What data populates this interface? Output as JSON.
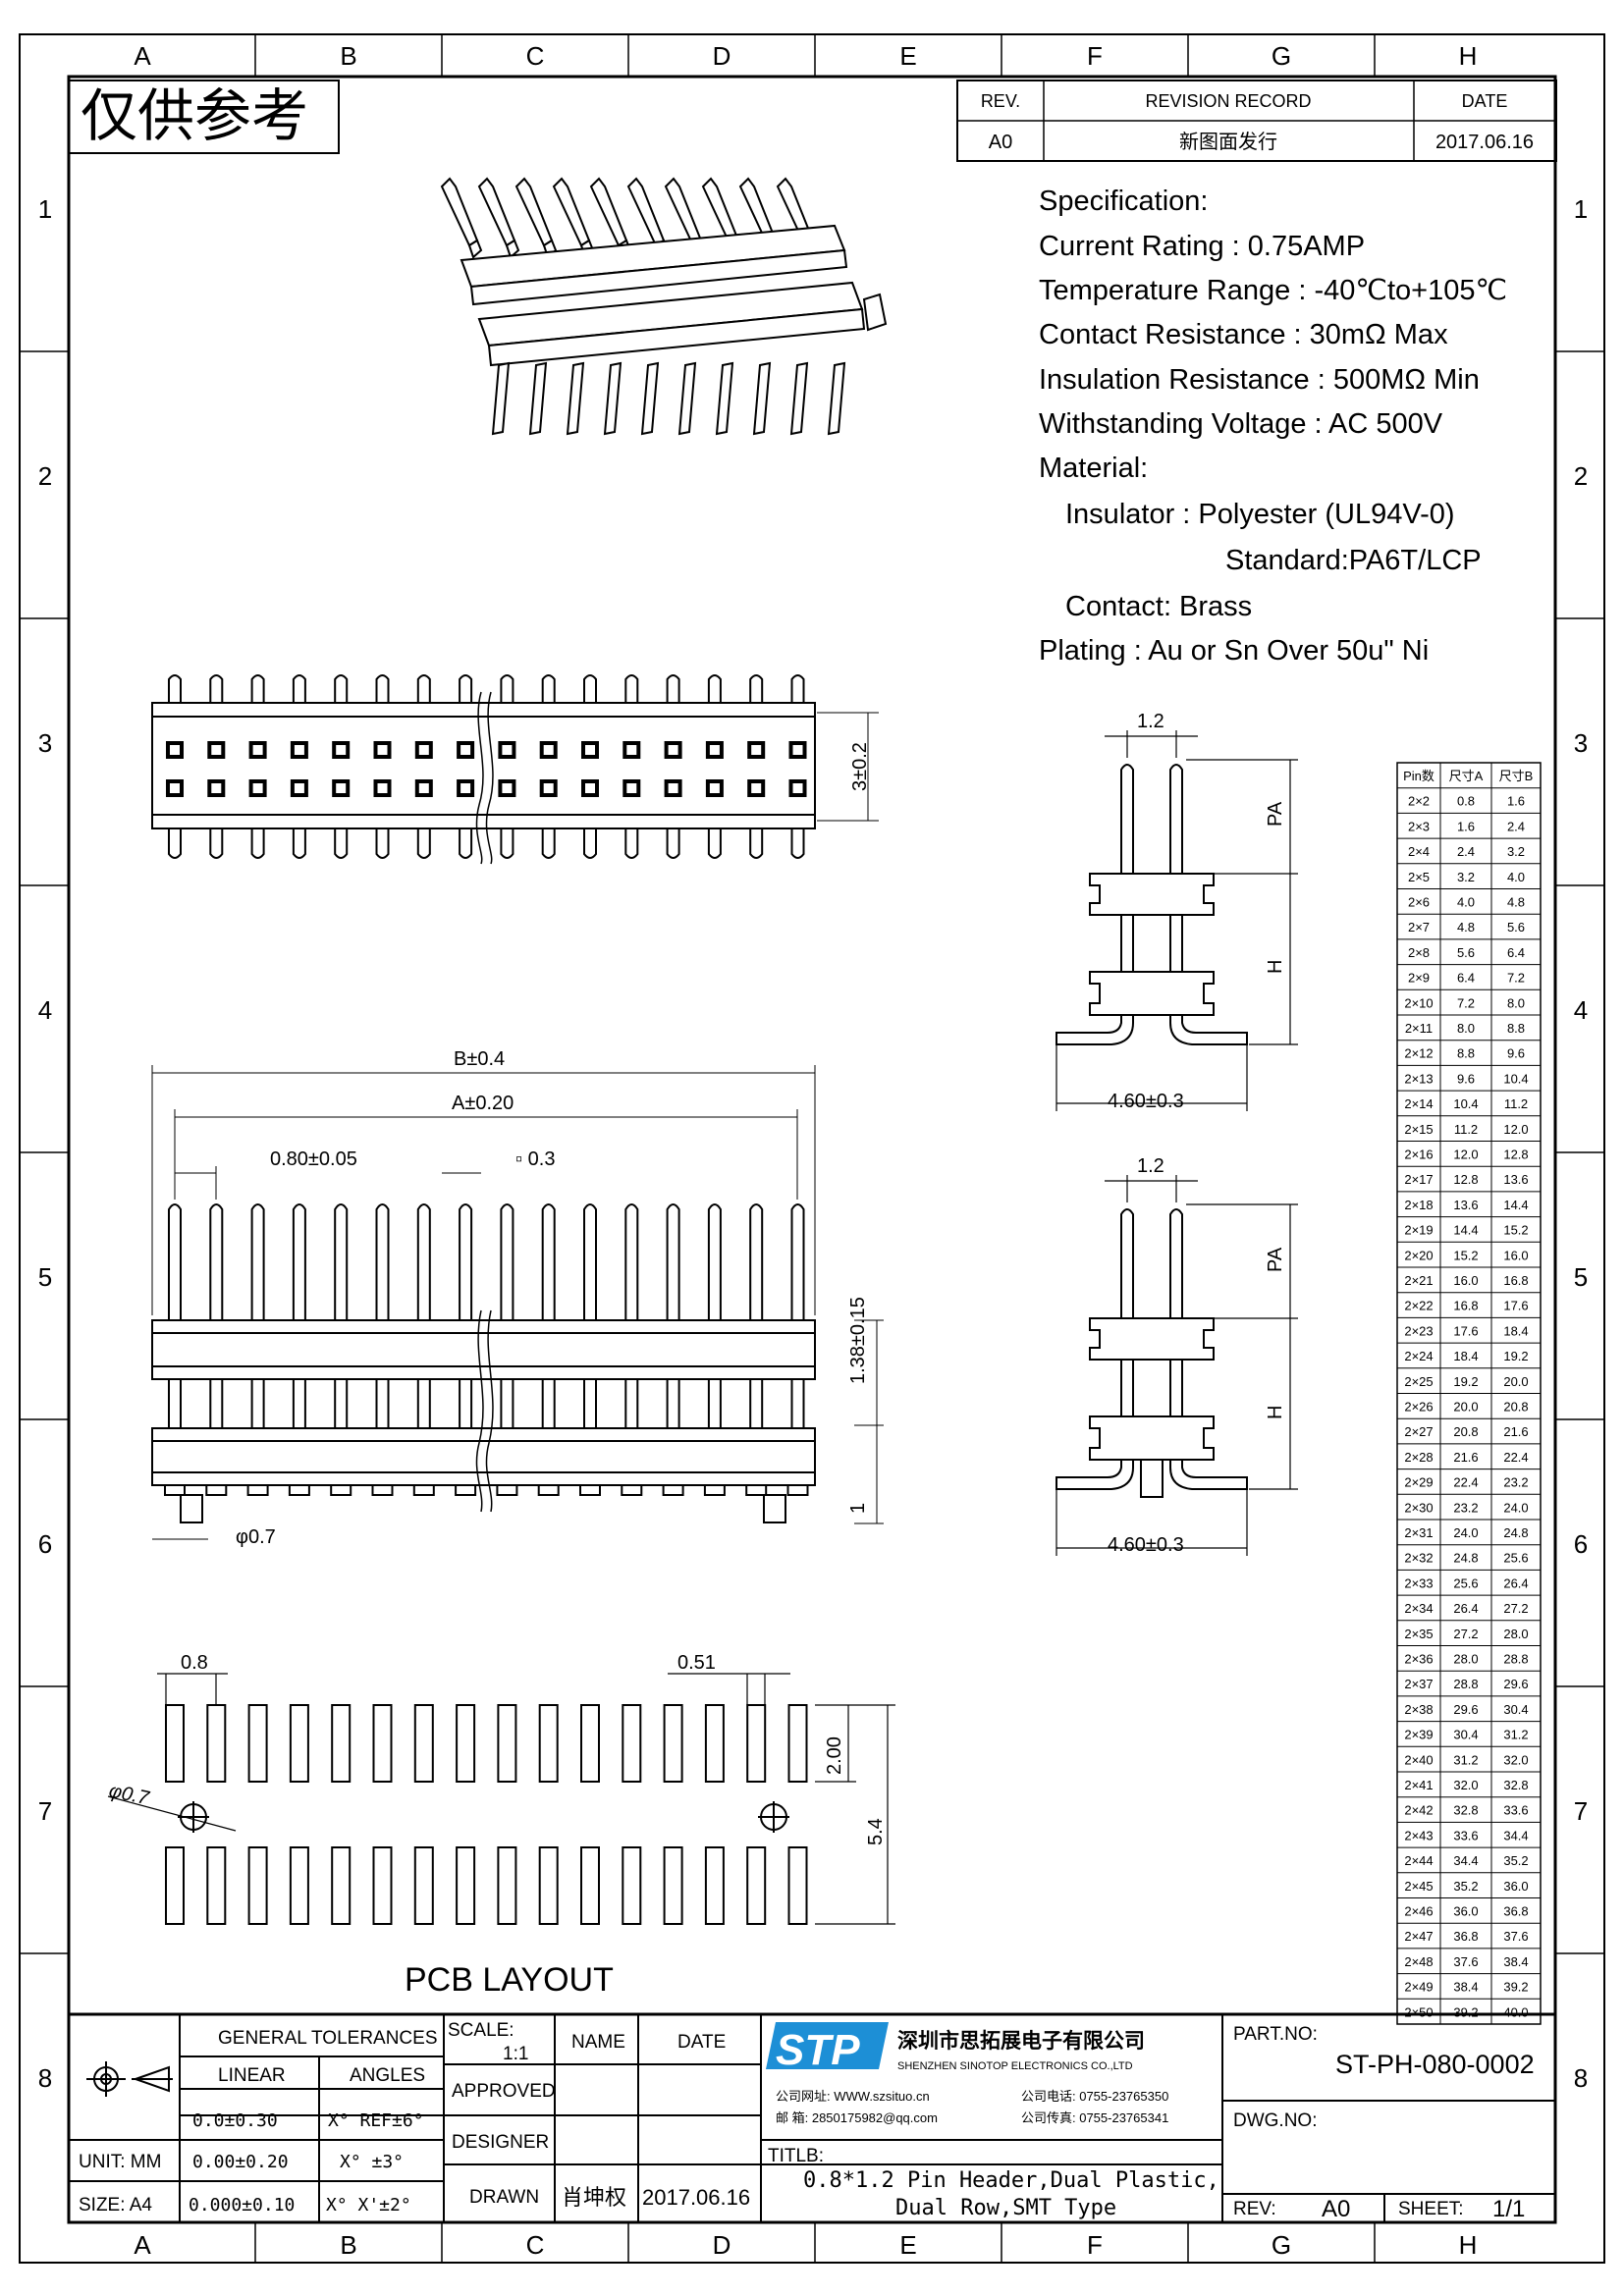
{
  "frame": {
    "cols": [
      "A",
      "B",
      "C",
      "D",
      "E",
      "F",
      "G",
      "H"
    ],
    "rows": [
      "1",
      "2",
      "3",
      "4",
      "5",
      "6",
      "7",
      "8"
    ]
  },
  "stamp": "仅供参考",
  "revision": {
    "rev_header": "REV.",
    "record_header": "REVISION RECORD",
    "date_header": "DATE",
    "rev": "A0",
    "record": "新图面发行",
    "date": "2017.06.16"
  },
  "spec": {
    "heading": "Specification:",
    "current": "Current Rating : 0.75AMP",
    "temperature": "Temperature Range : -40℃to+105℃",
    "contact_res": "Contact Resistance : 30mΩ Max",
    "insulation_res": "Insulation Resistance : 500MΩ Min",
    "voltage": "Withstanding Voltage : AC 500V",
    "material": "Material:",
    "insulator": "Insulator : Polyester (UL94V-0)",
    "standard": "Standard:PA6T/LCP",
    "contact": "Contact: Brass",
    "plating": "Plating : Au or Sn Over 50u\" Ni"
  },
  "dims": {
    "top_height": "3±0.2",
    "b": "B±0.4",
    "a": "A±0.20",
    "pitch": "0.80±0.05",
    "pin_sq": "▫ 0.3",
    "height_138": "1.38±0.15",
    "one": "1",
    "phi07": "φ0.7",
    "side_pitch_1": "1.2",
    "pa_1": "PA",
    "h_1": "H",
    "width_1": "4.60±0.3",
    "side_pitch_2": "1.2",
    "pa_2": "PA",
    "h_2": "H",
    "width_2": "4.60±0.3",
    "pcb_08": "0.8",
    "pcb_051": "0.51",
    "pcb_200": "2.00",
    "pcb_54": "5.4",
    "pcb_phi": "φ0.7",
    "pcb_title": "PCB  LAYOUT"
  },
  "pin_table": {
    "headers": [
      "Pin数",
      "尺寸A",
      "尺寸B"
    ],
    "rows": [
      [
        "2×2",
        "0.8",
        "1.6"
      ],
      [
        "2×3",
        "1.6",
        "2.4"
      ],
      [
        "2×4",
        "2.4",
        "3.2"
      ],
      [
        "2×5",
        "3.2",
        "4.0"
      ],
      [
        "2×6",
        "4.0",
        "4.8"
      ],
      [
        "2×7",
        "4.8",
        "5.6"
      ],
      [
        "2×8",
        "5.6",
        "6.4"
      ],
      [
        "2×9",
        "6.4",
        "7.2"
      ],
      [
        "2×10",
        "7.2",
        "8.0"
      ],
      [
        "2×11",
        "8.0",
        "8.8"
      ],
      [
        "2×12",
        "8.8",
        "9.6"
      ],
      [
        "2×13",
        "9.6",
        "10.4"
      ],
      [
        "2×14",
        "10.4",
        "11.2"
      ],
      [
        "2×15",
        "11.2",
        "12.0"
      ],
      [
        "2×16",
        "12.0",
        "12.8"
      ],
      [
        "2×17",
        "12.8",
        "13.6"
      ],
      [
        "2×18",
        "13.6",
        "14.4"
      ],
      [
        "2×19",
        "14.4",
        "15.2"
      ],
      [
        "2×20",
        "15.2",
        "16.0"
      ],
      [
        "2×21",
        "16.0",
        "16.8"
      ],
      [
        "2×22",
        "16.8",
        "17.6"
      ],
      [
        "2×23",
        "17.6",
        "18.4"
      ],
      [
        "2×24",
        "18.4",
        "19.2"
      ],
      [
        "2×25",
        "19.2",
        "20.0"
      ],
      [
        "2×26",
        "20.0",
        "20.8"
      ],
      [
        "2×27",
        "20.8",
        "21.6"
      ],
      [
        "2×28",
        "21.6",
        "22.4"
      ],
      [
        "2×29",
        "22.4",
        "23.2"
      ],
      [
        "2×30",
        "23.2",
        "24.0"
      ],
      [
        "2×31",
        "24.0",
        "24.8"
      ],
      [
        "2×32",
        "24.8",
        "25.6"
      ],
      [
        "2×33",
        "25.6",
        "26.4"
      ],
      [
        "2×34",
        "26.4",
        "27.2"
      ],
      [
        "2×35",
        "27.2",
        "28.0"
      ],
      [
        "2×36",
        "28.0",
        "28.8"
      ],
      [
        "2×37",
        "28.8",
        "29.6"
      ],
      [
        "2×38",
        "29.6",
        "30.4"
      ],
      [
        "2×39",
        "30.4",
        "31.2"
      ],
      [
        "2×40",
        "31.2",
        "32.0"
      ],
      [
        "2×41",
        "32.0",
        "32.8"
      ],
      [
        "2×42",
        "32.8",
        "33.6"
      ],
      [
        "2×43",
        "33.6",
        "34.4"
      ],
      [
        "2×44",
        "34.4",
        "35.2"
      ],
      [
        "2×45",
        "35.2",
        "36.0"
      ],
      [
        "2×46",
        "36.0",
        "36.8"
      ],
      [
        "2×47",
        "36.8",
        "37.6"
      ],
      [
        "2×48",
        "37.6",
        "38.4"
      ],
      [
        "2×49",
        "38.4",
        "39.2"
      ],
      [
        "2×50",
        "39.2",
        "40.0"
      ]
    ]
  },
  "title_block": {
    "general_tolerances": "GENERAL TOLERANCES",
    "linear": "LINEAR",
    "angles": "ANGLES",
    "tol_rows": [
      [
        "0.0±0.30",
        "X° REF±6°"
      ],
      [
        "0.00±0.20",
        "X° ±3°"
      ],
      [
        "0.000±0.10",
        "X° X'±2°"
      ]
    ],
    "unit": "UNIT: MM",
    "size": "SIZE: A4",
    "scale_label": "SCALE:",
    "scale_value": "1:1",
    "name": "NAME",
    "date": "DATE",
    "approved": "APPROVED",
    "designer": "DESIGNER",
    "drawn": "DRAWN",
    "drawn_name": "肖坤权",
    "drawn_date": "2017.06.16",
    "logo": "STP",
    "company_cn": "深圳市思拓展电子有限公司",
    "company_en": "SHENZHEN SINOTOP ELECTRONICS CO.,LTD",
    "contact_l1": "公司网址: WWW.szsituo.cn",
    "contact_l2": "邮    箱: 2850175982@qq.com",
    "contact_r1": "公司电话: 0755-23765350",
    "contact_r2": "公司传真: 0755-23765341",
    "title_label": "TITLB:",
    "title_l1": "0.8*1.2 Pin Header,Dual Plastic,",
    "title_l2": "Dual Row,SMT Type",
    "part_no_label": "PART.NO:",
    "part_no": "ST-PH-080-0002",
    "dwg_no_label": "DWG.NO:",
    "rev_label": "REV:",
    "rev_value": "A0",
    "sheet_label": "SHEET:",
    "sheet_value": "1/1"
  }
}
